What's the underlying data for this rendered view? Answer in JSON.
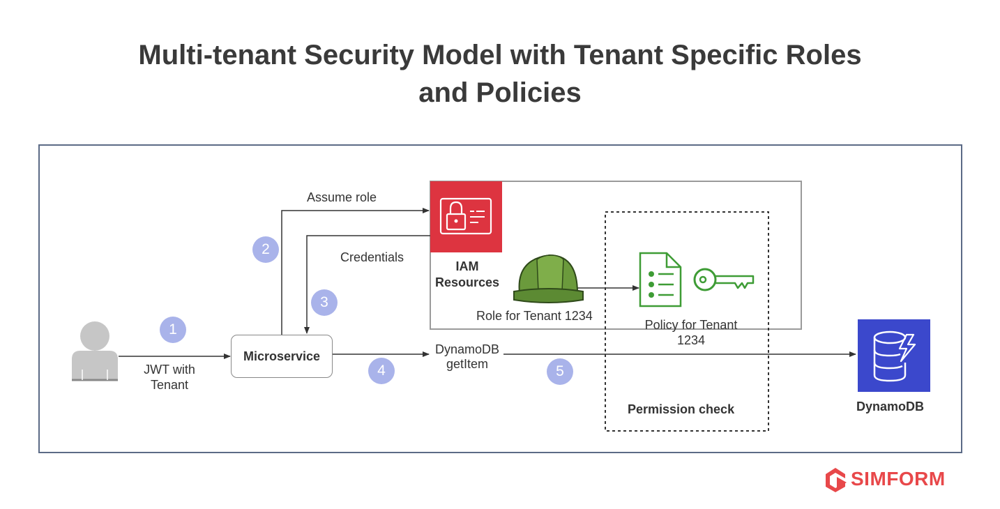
{
  "title": {
    "line1": "Multi-tenant Security Model with Tenant Specific Roles",
    "line2": "and Policies"
  },
  "nodes": {
    "microservice": "Microservice",
    "iam_label_line1": "IAM",
    "iam_label_line2": "Resources",
    "role_label": "Role for Tenant 1234",
    "policy_label_line1": "Policy for Tenant",
    "policy_label_line2": "1234",
    "permission_check": "Permission check",
    "dynamodb": "DynamoDB"
  },
  "edges": {
    "jwt_line1": "JWT with",
    "jwt_line2": "Tenant",
    "assume_role": "Assume role",
    "credentials": "Credentials",
    "getitem_line1": "DynamoDB",
    "getitem_line2": "getItem"
  },
  "steps": [
    "1",
    "2",
    "3",
    "4",
    "5"
  ],
  "brand": {
    "name": "SIMFORM"
  },
  "colors": {
    "step_badge": "#a9b3ea",
    "iam_red": "#dd3440",
    "dynamodb_blue": "#3b48cc",
    "policy_green": "#3e9c35",
    "helmet_green": "#6b9a3c",
    "brand_red": "#e8484a",
    "frame": "#5b6a86"
  },
  "icons": [
    "user-icon",
    "iam-icon",
    "helmet-icon",
    "policy-document-icon",
    "key-icon",
    "dynamodb-icon",
    "simform-logo-icon"
  ]
}
